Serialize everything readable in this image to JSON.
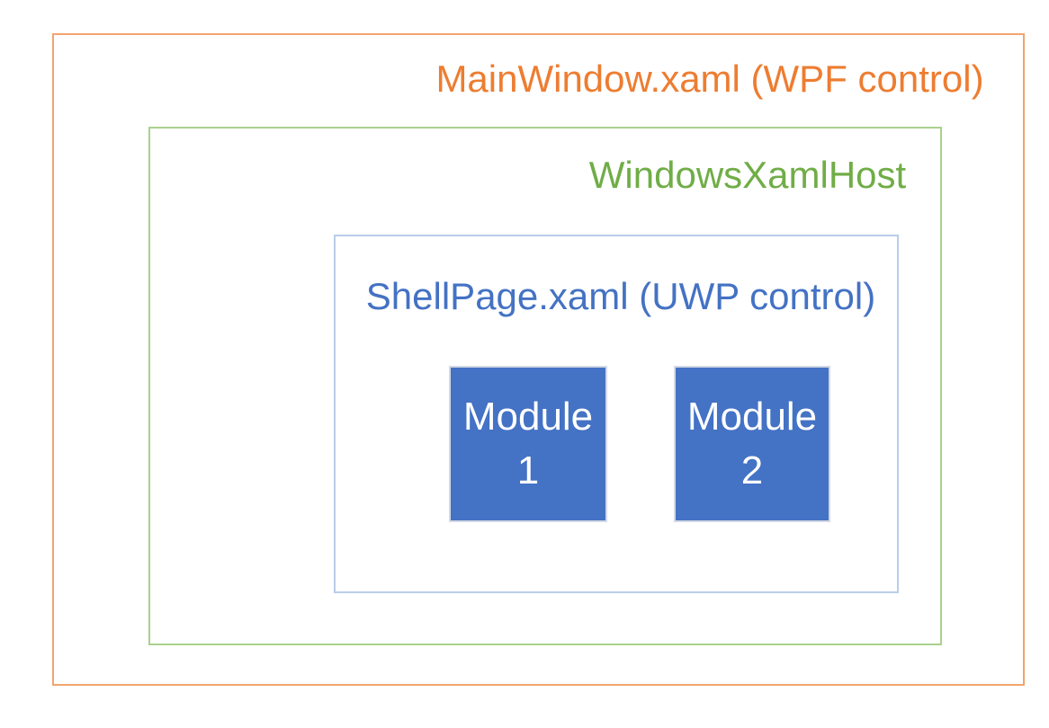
{
  "diagram": {
    "wpf_box": {
      "label": "MainWindow.xaml (WPF control)"
    },
    "host_box": {
      "label": "WindowsXamlHost"
    },
    "uwp_box": {
      "label": "ShellPage.xaml (UWP control)"
    },
    "modules": [
      {
        "name": "Module",
        "number": "1"
      },
      {
        "name": "Module",
        "number": "2"
      }
    ],
    "colors": {
      "wpf_title_text": "#ED7D31",
      "wpf_box_border": "#F2A46F",
      "host_title_text": "#70AD47",
      "host_box_border": "#A9D18E",
      "uwp_title_text": "#4472C4",
      "uwp_box_border": "#B9CDEA",
      "module_fill": "#4472C4",
      "module_border": "#D3D9E3",
      "module_text": "#FFFFFF",
      "background": "#FFFFFF"
    }
  }
}
